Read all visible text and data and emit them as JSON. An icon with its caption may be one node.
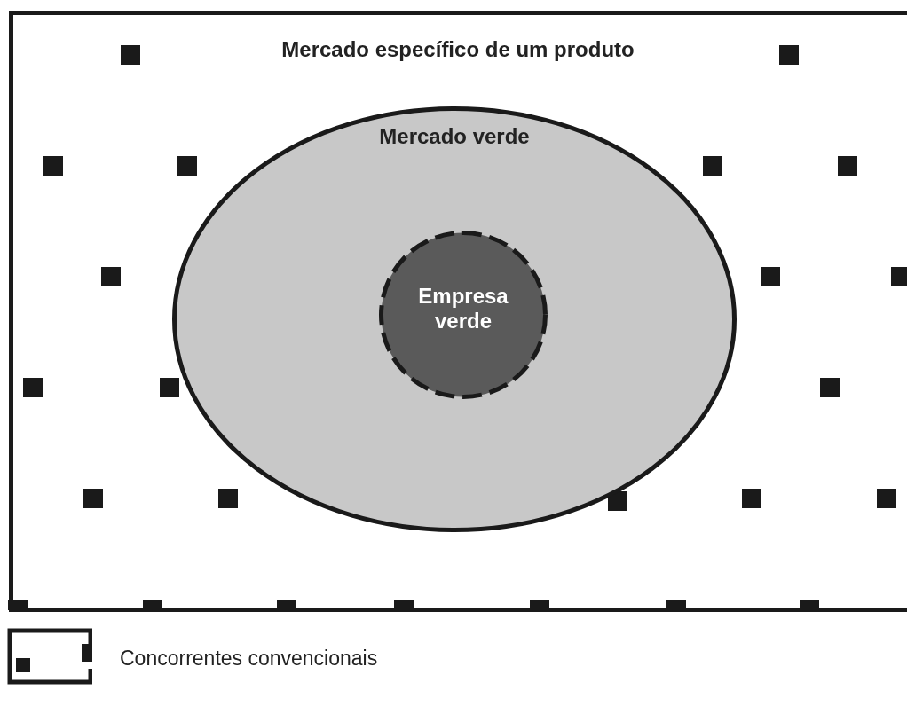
{
  "diagram": {
    "nodes": [
      {
        "text": [
          "Mercado específico de um produto"
        ]
      },
      {
        "text": [
          "Mercado verde"
        ],
        "in": 0
      },
      {
        "text": [
          "Empresa verde"
        ],
        "in": 1
      }
    ],
    "legend": [
      {
        "text": "Concorrentes convencionais"
      }
    ]
  }
}
